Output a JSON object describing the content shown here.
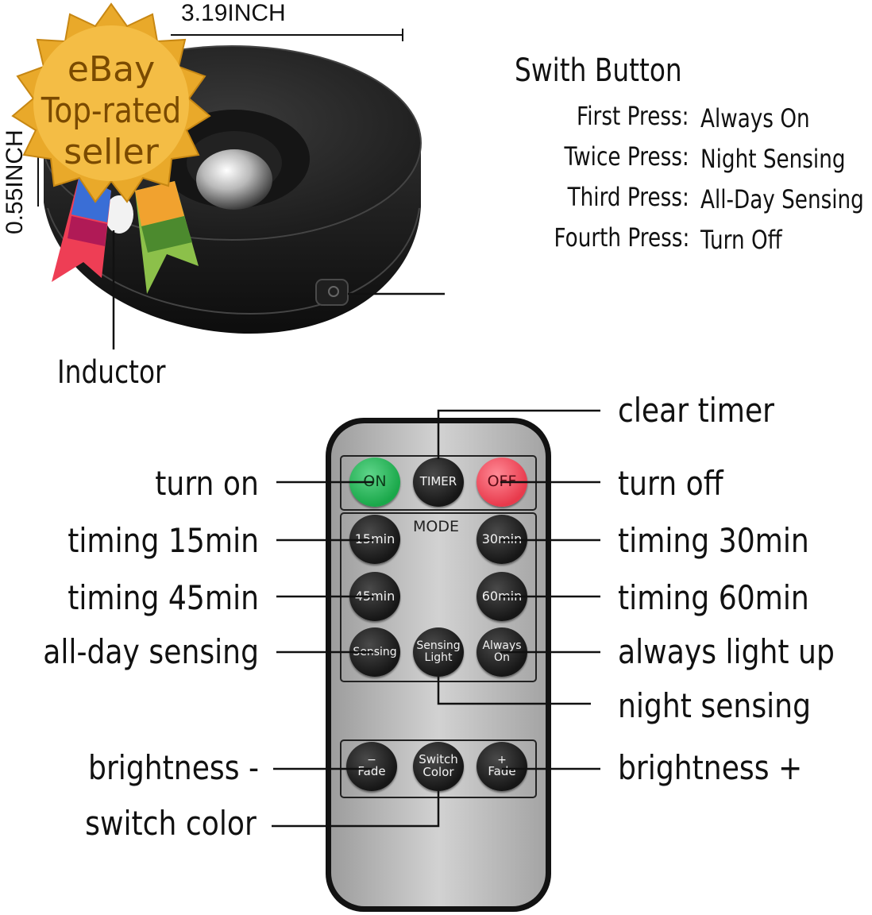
{
  "badge": {
    "line1": "eBay",
    "line2": "Top-rated",
    "line3": "seller"
  },
  "dimensions": {
    "width": "3.19INCH",
    "height": "0.55INCH"
  },
  "device": {
    "inductor_label": "Inductor",
    "switch_title": "Swith Button",
    "presses": [
      {
        "label": "First Press:",
        "value": "Always On"
      },
      {
        "label": "Twice Press:",
        "value": "Night Sensing"
      },
      {
        "label": "Third Press:",
        "value": "All-Day Sensing"
      },
      {
        "label": "Fourth Press:",
        "value": "Turn Off"
      }
    ]
  },
  "remote": {
    "mode_label": "MODE",
    "buttons": {
      "on": "ON",
      "timer": "TIMER",
      "off": "OFF",
      "m15": "15min",
      "m30": "30min",
      "m45": "45min",
      "m60": "60min",
      "sensing": "Sensing",
      "sensing_light_1": "Sensing",
      "sensing_light_2": "Light",
      "always_on_1": "Always",
      "always_on_2": "On",
      "fade_minus_sign": "−",
      "fade_minus": "Fade",
      "switch_color_1": "Switch",
      "switch_color_2": "Color",
      "fade_plus_sign": "+",
      "fade_plus": "Fade"
    },
    "callouts": {
      "clear_timer": "clear timer",
      "turn_on": "turn on",
      "turn_off": "turn off",
      "timing_15": "timing 15min",
      "timing_30": "timing 30min",
      "timing_45": "timing 45min",
      "timing_60": "timing 60min",
      "all_day_sensing": "all-day sensing",
      "always_light_up": "always light up",
      "night_sensing": "night sensing",
      "brightness_minus": "brightness -",
      "brightness_plus": "brightness +",
      "switch_color": "switch color"
    }
  },
  "colors": {
    "on_button": "#1aa84a",
    "off_button": "#e83a4c",
    "badge_gold": "#f2b533",
    "remote_body": "#b9b9b9"
  }
}
